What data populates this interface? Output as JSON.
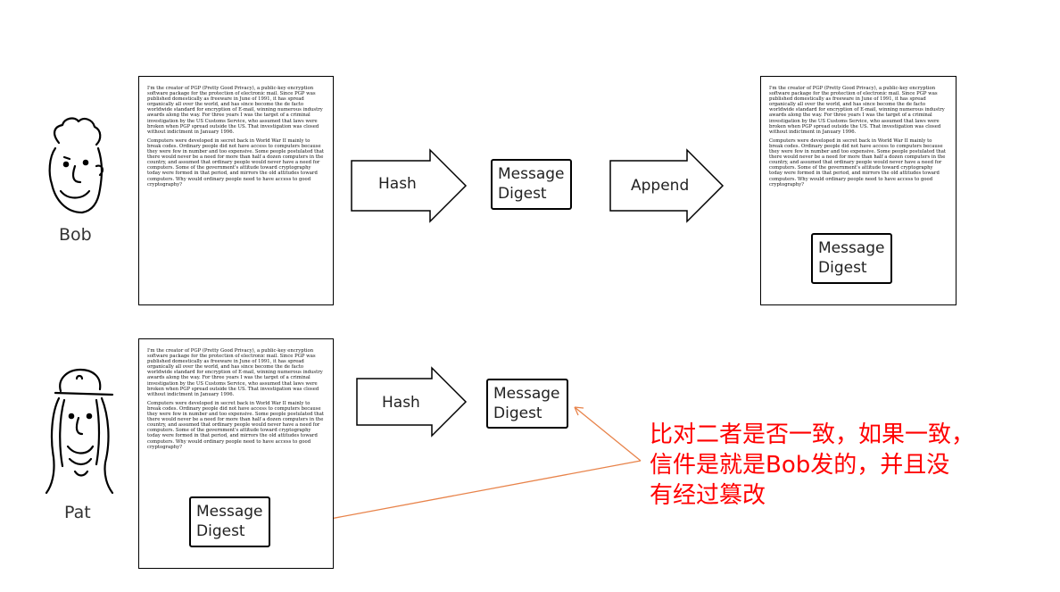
{
  "people": {
    "bob": {
      "label": "Bob"
    },
    "pat": {
      "label": "Pat"
    }
  },
  "document": {
    "paragraph1": "I'm the creator of PGP (Pretty Good Privacy), a public-key encryption software package for the protection of electronic mail. Since PGP was published domestically as freeware in June of 1991, it has spread organically all over the world, and has since become the de facto worldwide standard for encryption of E-mail, winning numerous industry awards along the way. For three years I was the target of a criminal investigation by the US Customs Service, who assumed that laws were broken when PGP spread outside the US. That investigation was closed without indictment in January 1996.",
    "paragraph2": "Computers were developed in secret back in World War II mainly to break codes. Ordinary people did not have access to computers because they were few in number and too expensive. Some people postulated that there would never be a need for more than half a dozen computers in the country, and assumed that ordinary people would never have a need for computers. Some of the government's attitude toward cryptography today were formed in that period, and mirrors the old attitudes toward computers. Why would ordinary people need to have access to good cryptography?"
  },
  "arrows": {
    "hash_top": "Hash",
    "append": "Append",
    "hash_bottom": "Hash"
  },
  "digest": {
    "line1": "Message",
    "line2": "Digest"
  },
  "note": {
    "line1": "比对二者是否一致，如果一致，",
    "line2": "信件是就是Bob发的，并且没",
    "line3": "有经过篡改"
  },
  "colors": {
    "note_text": "#ff0000",
    "connector": "#e8834a"
  }
}
